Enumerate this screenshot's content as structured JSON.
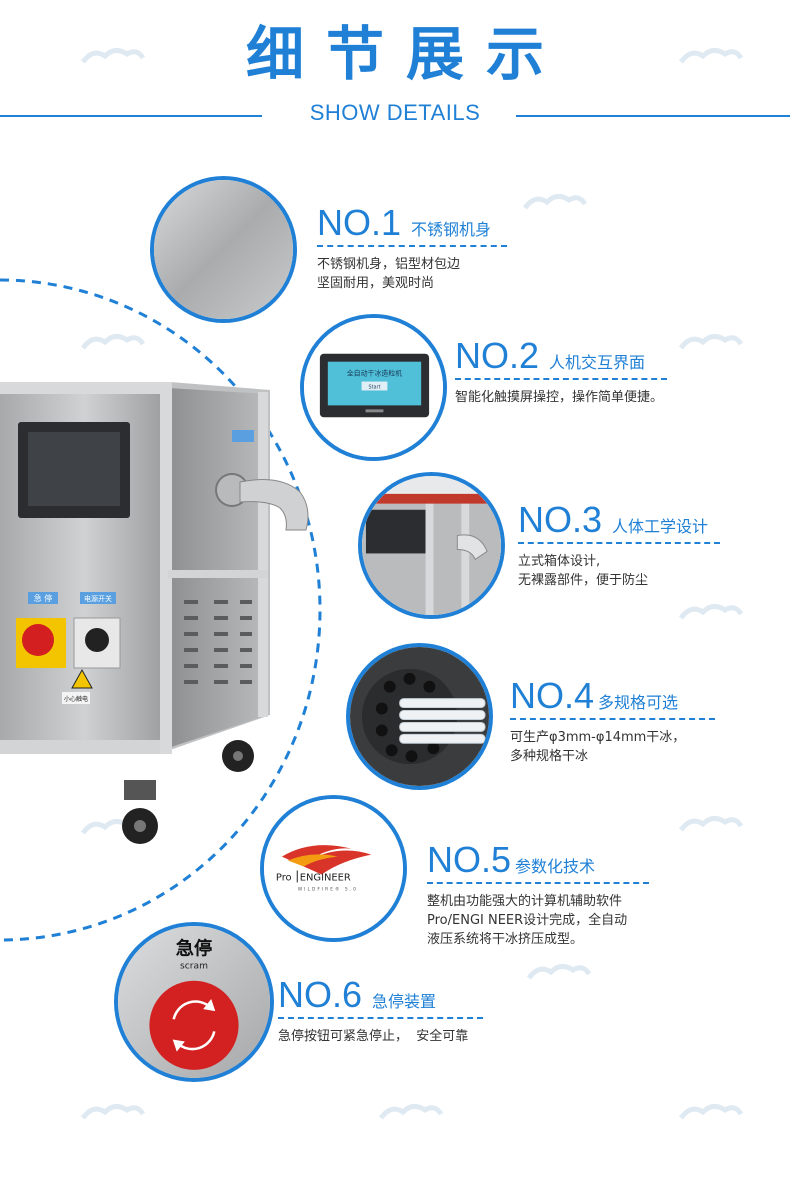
{
  "header": {
    "title": "细节展示",
    "subtitle": "SHOW DETAILS"
  },
  "colors": {
    "accent": "#1f80d6",
    "text": "#333333"
  },
  "features": [
    {
      "num": "NO.1",
      "title": "不锈钢机身",
      "desc": [
        "不锈钢机身，铝型材包边",
        "坚固耐用，美观时尚"
      ]
    },
    {
      "num": "NO.2",
      "title": "人机交互界面",
      "desc": [
        "智能化触摸屏操控，操作简单便捷。"
      ],
      "screen_text": [
        "全自动干冰造粒机",
        "Start"
      ]
    },
    {
      "num": "NO.3",
      "title": "人体工学设计",
      "desc": [
        "立式箱体设计,",
        "无裸露部件，便于防尘"
      ]
    },
    {
      "num": "NO.4",
      "title": "多规格可选",
      "desc": [
        "可生产φ3mm-φ14mm干冰，",
        "多种规格干冰"
      ]
    },
    {
      "num": "NO.5",
      "title": "参数化技术",
      "desc": [
        "整机由功能强大的计算机辅助软件",
        "Pro/ENGI NEER设计完成，全自动",
        "液压系统将干冰挤压成型。"
      ],
      "logo": {
        "left": "Pro",
        "right": "ENGINEER",
        "sub": "WILDFIRE® 5.0"
      }
    },
    {
      "num": "NO.6",
      "title": "急停装置",
      "desc": [
        "急停按钮可紧急停止，  安全可靠"
      ],
      "button": {
        "label": "急停",
        "sub": "scram"
      }
    }
  ],
  "machine": {
    "estop_label": "急 停",
    "power_label": "电源开关",
    "warning_label": "小心触电"
  }
}
